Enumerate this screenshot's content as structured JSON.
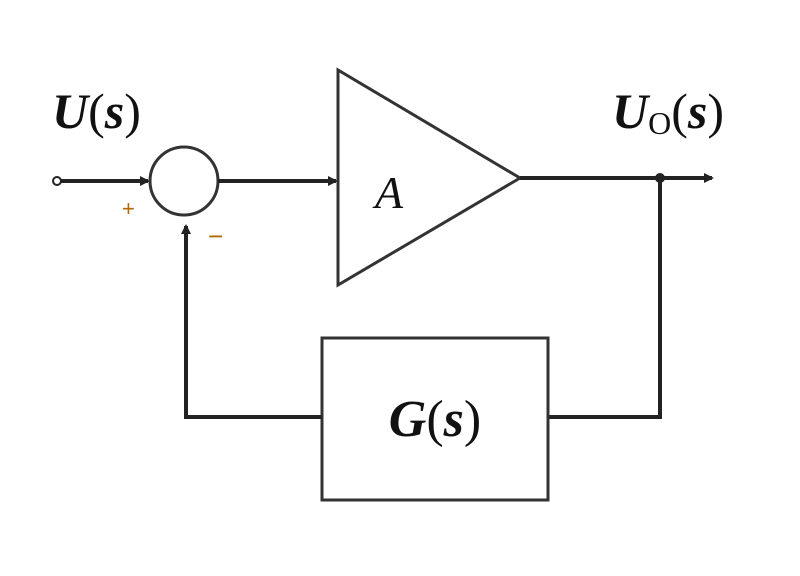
{
  "input_label": {
    "var": "U",
    "paren_open": "(",
    "arg": "s",
    "paren_close": ")"
  },
  "output_label": {
    "var": "U",
    "sub": "O",
    "paren_open": "(",
    "arg": "s",
    "paren_close": ")"
  },
  "summing_junction": {
    "plus_sign": "+",
    "minus_sign": "−"
  },
  "amplifier": {
    "gain_label": "A"
  },
  "feedback_block": {
    "func": "G",
    "paren_open": "(",
    "arg": "s",
    "paren_close": ")"
  },
  "colors": {
    "line": "#222222",
    "sign": "#b06a00",
    "text": "#111111"
  }
}
